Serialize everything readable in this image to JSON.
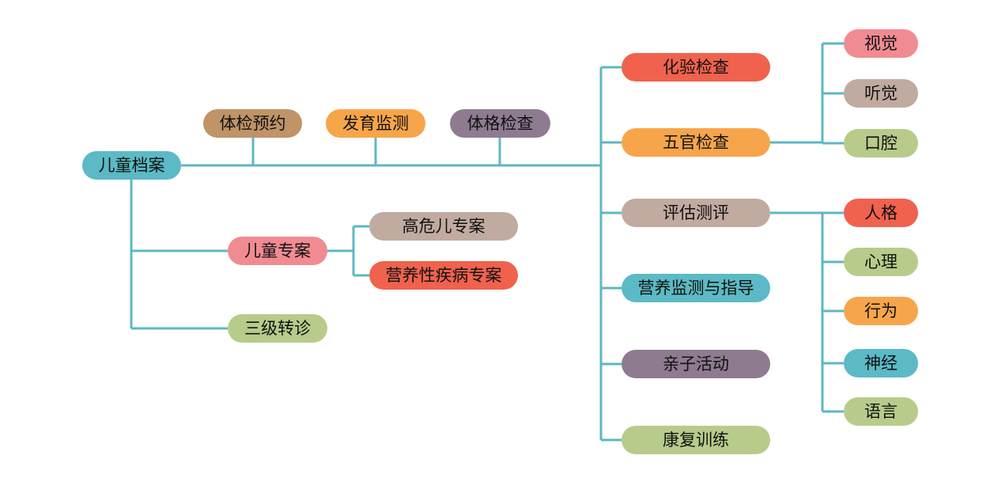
{
  "colors": {
    "line": "#5cb8c1",
    "teal": "#5bbac5",
    "brown": "#c09368",
    "orange": "#f7a54b",
    "purple": "#8e7b8f",
    "pink": "#f18b92",
    "taupe": "#c1aba0",
    "red": "#f0624e",
    "green": "#b7cc8b"
  },
  "nodes": {
    "root": "儿童档案",
    "top": [
      "体检预约",
      "发育监测",
      "体格检查"
    ],
    "child_case": "儿童专案",
    "high_risk": "高危儿专案",
    "nutrition_case": "营养性疾病专案",
    "referral": "三级转诊",
    "lab": "化验检查",
    "facial": "五官检查",
    "assessment": "评估测评",
    "nutrition_guide": "营养监测与指导",
    "parent_child": "亲子活动",
    "rehab": "康复训练",
    "vision": "视觉",
    "hearing": "听觉",
    "oral": "口腔",
    "personality": "人格",
    "psychology": "心理",
    "behavior": "行为",
    "neuro": "神经",
    "language": "语言"
  }
}
